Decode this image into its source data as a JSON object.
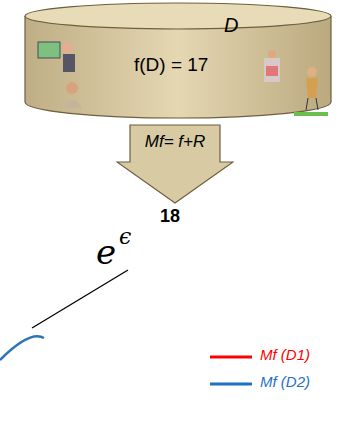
{
  "diagram": {
    "nodes": [
      {
        "text": [
          "D",
          "f(D) = 17"
        ]
      },
      {
        "text": [
          "Mf= f+R"
        ]
      }
    ],
    "labels": [
      "18",
      "e",
      "ϵ"
    ],
    "legend": [
      {
        "text": "Mf (D1)"
      },
      {
        "text": "Mf (D2)"
      }
    ]
  }
}
